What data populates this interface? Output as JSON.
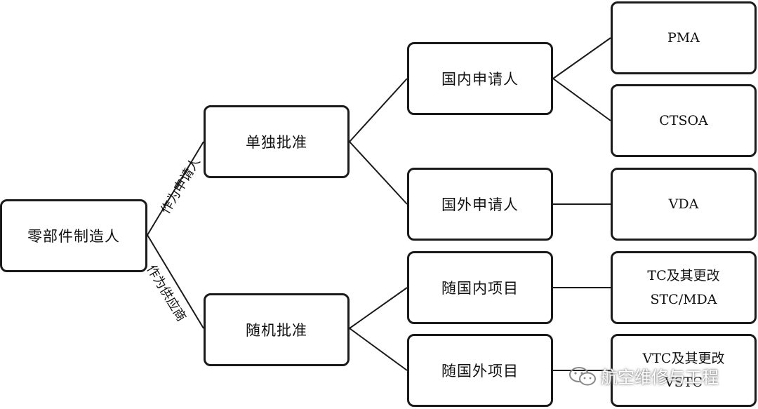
{
  "nodes": {
    "root": "零部件制造人",
    "separate": "单独批准",
    "together": "随机批准",
    "domestic_applicant": "国内申请人",
    "foreign_applicant": "国外申请人",
    "domestic_project": "随国内项目",
    "foreign_project": "随国外项目",
    "pma": "PMA",
    "ctsoa": "CTSOA",
    "vda": "VDA",
    "tc_line1": "TC及其更改",
    "tc_line2": "STC/MDA",
    "vtc_line1": "VTC及其更改",
    "vtc_line2": "VSTC"
  },
  "edge_labels": {
    "as_applicant": "作为申请人",
    "as_supplier": "作为供应商"
  },
  "watermark": {
    "icon": "wechat-icon",
    "text": "航空维修与工程"
  },
  "colors": {
    "stroke": "#1a1a1a",
    "background": "#ffffff"
  }
}
